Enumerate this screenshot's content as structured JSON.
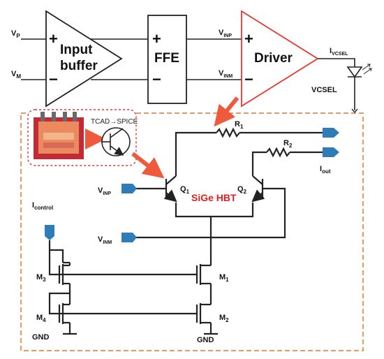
{
  "blocks": {
    "input_buffer": {
      "line1": "Input",
      "line2": "buffer",
      "plus": "+",
      "minus": "−"
    },
    "ffe": {
      "label": "FFE",
      "plus": "+",
      "minus": "−"
    },
    "driver": {
      "label": "Driver",
      "plus": "+",
      "minus": "−",
      "color": "#e8372d"
    }
  },
  "inputs": {
    "vp": {
      "main": "V",
      "sub": "P"
    },
    "vm": {
      "main": "V",
      "sub": "M"
    }
  },
  "nodes": {
    "vinp_top": {
      "main": "V",
      "sub": "INP"
    },
    "vinm_top": {
      "main": "V",
      "sub": "INM"
    },
    "ivcsel": {
      "main": "I",
      "sub": "VCSEL"
    },
    "vcsel": "VCSEL"
  },
  "inset": {
    "caption": "TCAD→SPICE"
  },
  "circuit": {
    "title": "SiGe HBT",
    "title_color": "#e02020",
    "dashed_color": "#e8762d",
    "arrow_color": "#ef5a3c",
    "port_color": "#2f7db8",
    "r1": {
      "main": "R",
      "sub": "1"
    },
    "r2": {
      "main": "R",
      "sub": "2"
    },
    "q1": {
      "main": "Q",
      "sub": "1"
    },
    "q2": {
      "main": "Q",
      "sub": "2"
    },
    "vinp": {
      "main": "V",
      "sub": "INP"
    },
    "vinm": {
      "main": "V",
      "sub": "INM"
    },
    "iout": {
      "main": "I",
      "sub": "out"
    },
    "icontrol": {
      "main": "I",
      "sub": "control"
    },
    "m1": {
      "main": "M",
      "sub": "1"
    },
    "m2": {
      "main": "M",
      "sub": "2"
    },
    "m3": {
      "main": "M",
      "sub": "3"
    },
    "m4": {
      "main": "M",
      "sub": "4"
    },
    "gnd_left": "GND",
    "gnd_right": "GND"
  }
}
